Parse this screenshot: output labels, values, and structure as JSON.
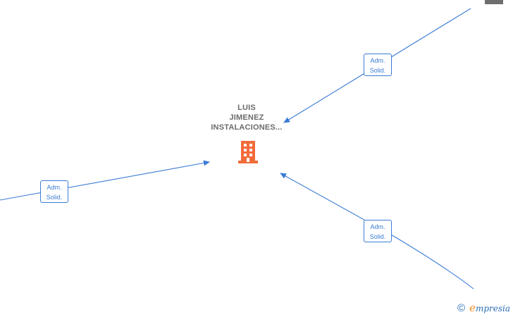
{
  "center_node": {
    "lines": [
      "LUIS",
      "JIMENEZ",
      "INSTALACIONES..."
    ],
    "icon": "building-icon",
    "icon_color": "#f26b3a"
  },
  "edges": [
    {
      "label_line1": "Adm.",
      "label_line2": "Solid."
    },
    {
      "label_line1": "Adm.",
      "label_line2": "Solid."
    },
    {
      "label_line1": "Adm.",
      "label_line2": "Solid."
    }
  ],
  "footer": {
    "copyright_symbol": "©",
    "brand_initial": "e",
    "brand_rest": "mpresia"
  },
  "colors": {
    "edge": "#3b7bd4",
    "node_text": "#6b6b6b",
    "brand_blue": "#2a6db8",
    "brand_orange": "#f28c28"
  }
}
